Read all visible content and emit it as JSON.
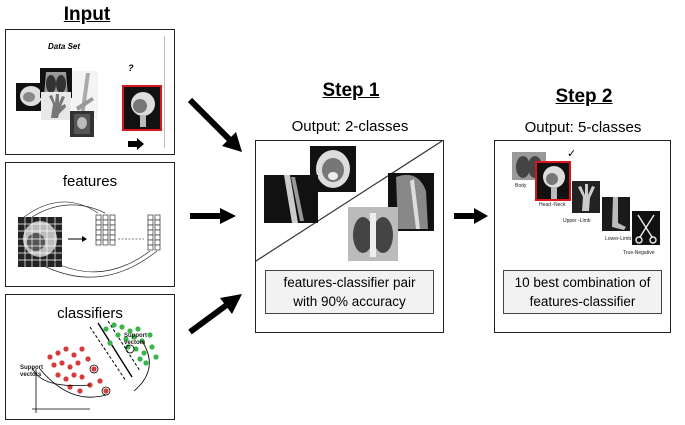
{
  "input": {
    "heading": "Input",
    "dataset": {
      "title": "Data Set",
      "query": "?"
    },
    "features": {
      "title": "features"
    },
    "classifiers": {
      "title": "classifiers",
      "support_top": "Support\nvectors",
      "support_left": "Support\nvectors"
    }
  },
  "step1": {
    "heading": "Step 1",
    "output": "Output: 2-classes",
    "result_line1": "features-classifier pair",
    "result_line2": "with 90% accuracy"
  },
  "step2": {
    "heading": "Step 2",
    "output": "Output: 5-classes",
    "check": "✓",
    "labels": {
      "body": "Body",
      "head_neck": "Head -Neck",
      "upper_limb": "Upper -Limb",
      "lower_limb": "Lower-Limb",
      "true_negative": "True-Negative"
    },
    "result_line1": "10 best combination of",
    "result_line2": "features-classifier"
  },
  "colors": {
    "highlight_red": "#d9161c",
    "svm_red": "#d63a3a",
    "svm_green": "#39b54a",
    "arrow": "#000000"
  }
}
